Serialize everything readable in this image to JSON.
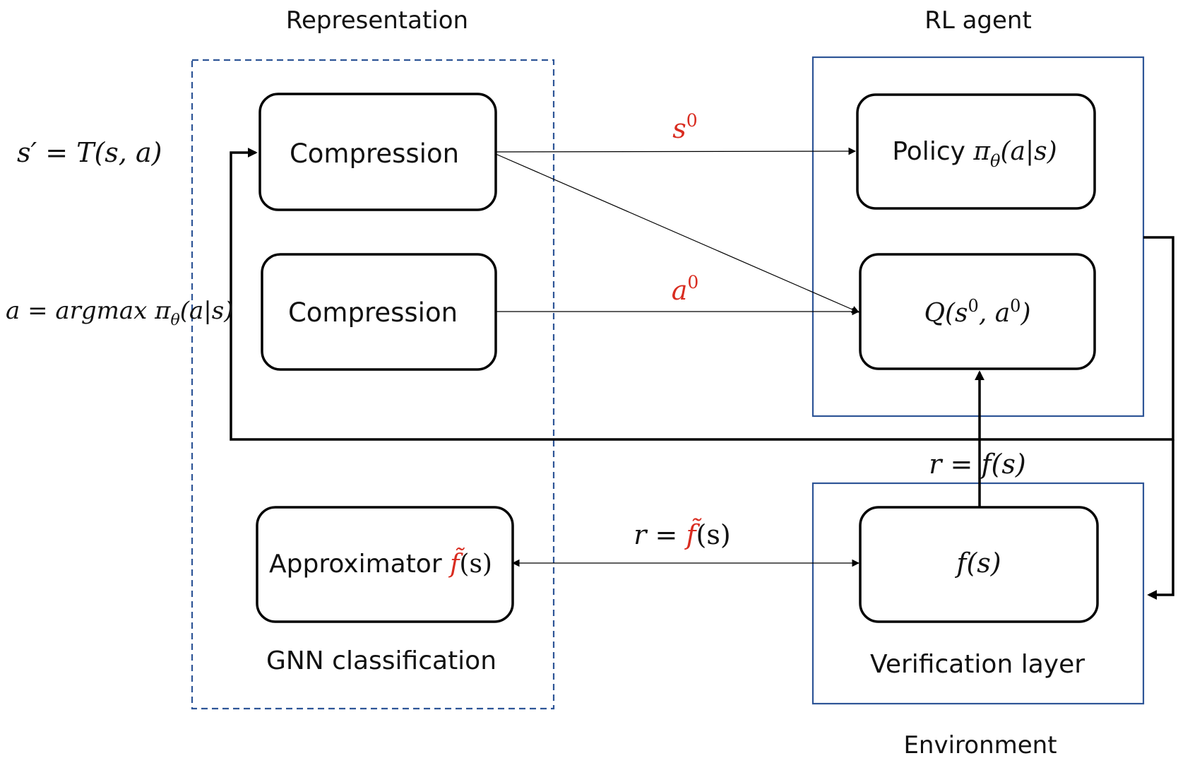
{
  "groups": {
    "representation": "Representation",
    "rl_agent": "RL agent",
    "environment": "Environment"
  },
  "boxes": {
    "compression_top": "Compression",
    "compression_bottom": "Compression",
    "approximator_prefix": "Approximator ",
    "policy_prefix": "Policy ",
    "gnn_caption": "GNN classification",
    "verification_caption": "Verification layer"
  },
  "math": {
    "s_prime_eq": "s′ = T(s, a)",
    "a_eq": "a = argmax π",
    "a_eq_sub": "θ",
    "a_eq_tail": "(a|s)",
    "s0": "s",
    "s0_sup": "0",
    "a0": "a",
    "a0_sup": "0",
    "policy_pi": "π",
    "policy_sub": "θ",
    "policy_tail": "(a|s)",
    "q_func": "Q(s",
    "q_sup1": "0",
    "q_mid": ", a",
    "q_sup2": "0",
    "q_end": ")",
    "f_tilde": "f̃",
    "f_tilde_arg": "(s)",
    "r_eq_tilde_lhs": "r = ",
    "r_eq_f": "r = f(s)",
    "f_s": "f(s)"
  },
  "colors": {
    "accent_red": "#d92c20",
    "group_border": "#2e5597"
  }
}
